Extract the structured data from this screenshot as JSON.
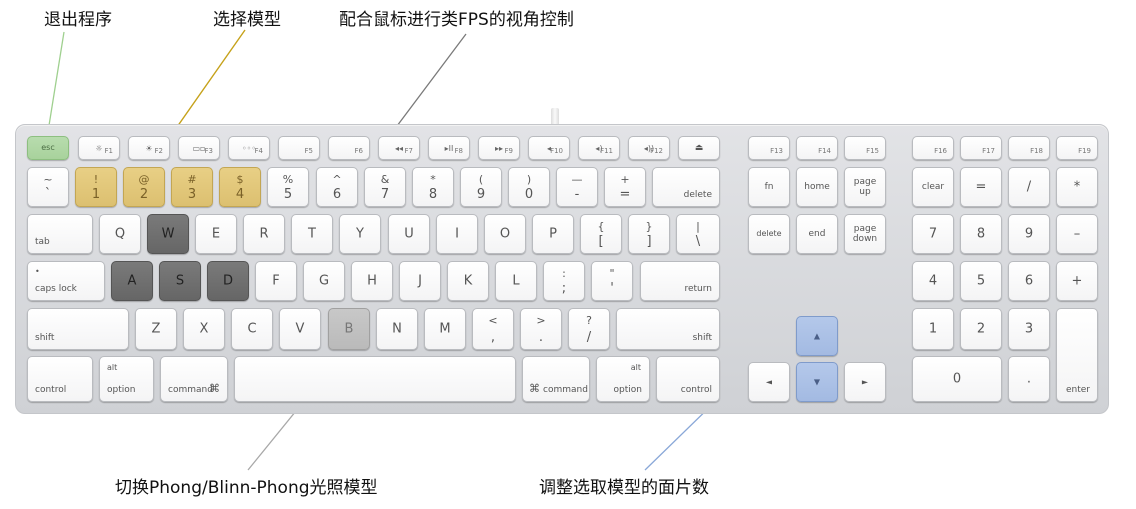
{
  "annotations": {
    "exit": "退出程序",
    "select_model": "选择模型",
    "fps_view": "配合鼠标进行类FPS的视角控制",
    "toggle_lighting": "切换Phong/Blinn-Phong光照模型",
    "adjust_faces": "调整选取模型的面片数"
  },
  "keys": {
    "esc": "esc",
    "f1": "F1",
    "f2": "F2",
    "f3": "F3",
    "f4": "F4",
    "f5": "F5",
    "f6": "F6",
    "f7": "F7",
    "f8": "F8",
    "f9": "F9",
    "f10": "F10",
    "f11": "F11",
    "f12": "F12",
    "f13": "F13",
    "f14": "F14",
    "f15": "F15",
    "f16": "F16",
    "f17": "F17",
    "f18": "F18",
    "f19": "F19",
    "tilde_top": "~",
    "tilde_bot": "`",
    "k1_top": "!",
    "k1_bot": "1",
    "k2_top": "@",
    "k2_bot": "2",
    "k3_top": "#",
    "k3_bot": "3",
    "k4_top": "$",
    "k4_bot": "4",
    "k5_top": "%",
    "k5_bot": "5",
    "k6_top": "^",
    "k6_bot": "6",
    "k7_top": "&",
    "k7_bot": "7",
    "k8_top": "*",
    "k8_bot": "8",
    "k9_top": "(",
    "k9_bot": "9",
    "k0_top": ")",
    "k0_bot": "0",
    "minus_top": "—",
    "minus_bot": "-",
    "plus_top": "+",
    "plus_bot": "=",
    "delete": "delete",
    "tab": "tab",
    "q": "Q",
    "w": "W",
    "e": "E",
    "r": "R",
    "t": "T",
    "y": "Y",
    "u": "U",
    "i": "I",
    "o": "O",
    "p": "P",
    "lbrace_top": "{",
    "lbrace_bot": "[",
    "rbrace_top": "}",
    "rbrace_bot": "]",
    "pipe_top": "|",
    "pipe_bot": "\\",
    "caps": "caps lock",
    "a": "A",
    "s": "S",
    "d": "D",
    "f": "F",
    "g": "G",
    "h": "H",
    "j": "J",
    "k": "K",
    "l": "L",
    "semi_top": ":",
    "semi_bot": ";",
    "quote_top": "\"",
    "quote_bot": "'",
    "return": "return",
    "shift": "shift",
    "z": "Z",
    "x": "X",
    "c": "C",
    "v": "V",
    "b": "B",
    "n": "N",
    "m": "M",
    "lt_top": "<",
    "lt_bot": ",",
    "gt_top": ">",
    "gt_bot": ".",
    "q_top": "?",
    "q_bot": "/",
    "control": "control",
    "alt": "alt",
    "option": "option",
    "command": "command",
    "cmd_symbol": "⌘",
    "fn": "fn",
    "home": "home",
    "page_up": "page up",
    "delete_fwd": "delete",
    "end": "end",
    "page_down": "page down",
    "clear": "clear",
    "np_eq": "=",
    "np_div": "/",
    "np_mul": "*",
    "np7": "7",
    "np8": "8",
    "np9": "9",
    "np_minus": "–",
    "np4": "4",
    "np5": "5",
    "np6": "6",
    "np_plus": "+",
    "np1": "1",
    "np2": "2",
    "np3": "3",
    "np0": "0",
    "np_dot": ".",
    "enter": "enter",
    "up": "▲",
    "down": "▼",
    "left": "◄",
    "right": "►",
    "eject": "⏏",
    "media_prev": "◂◂",
    "media_play": "▸II",
    "media_next": "▸▸",
    "vol_mute": "◂",
    "vol_down": "◂)",
    "vol_up": "◂))"
  },
  "colors": {
    "esc_highlight": "#a8d29c",
    "number_highlight": "#dcc070",
    "wasd_highlight": "#6e6e6e",
    "b_highlight": "#bababa",
    "arrow_highlight": "#a3bae2",
    "esc_line": "#9fd08f",
    "select_line": "#c6a21b",
    "fps_line": "#7a7a7a",
    "b_line": "#a8a8a8",
    "arrow_line": "#8aa8d8"
  }
}
